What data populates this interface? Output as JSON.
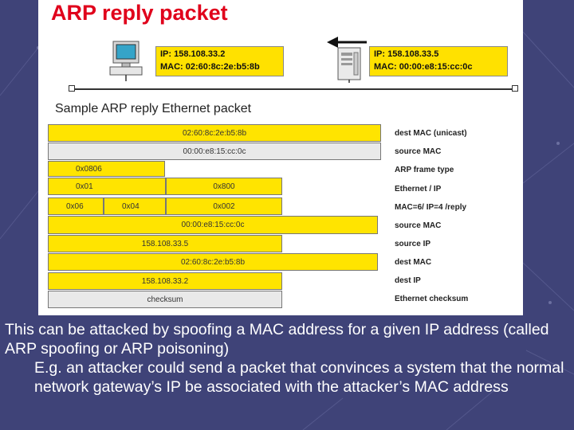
{
  "title": "ARP reply packet",
  "hosts": {
    "left": {
      "ip": "IP: 158.108.33.2",
      "mac": "MAC: 02:60:8c:2e:b5:8b"
    },
    "right": {
      "ip": "IP: 158.108.33.5",
      "mac": "MAC: 00:00:e8:15:cc:0c"
    }
  },
  "packet": {
    "subtitle": "Sample ARP reply Ethernet packet",
    "fields": {
      "dest_mac": "02:60:8c:2e:b5:8b",
      "source_mac": "00:00:e8:15:cc:0c",
      "frame_type": "0x0806",
      "hw_type": "0x01",
      "proto_type": "0x800",
      "hw_len": "0x06",
      "proto_len": "0x04",
      "opcode": "0x002",
      "sender_mac": "00:00:e8:15:cc:0c",
      "sender_ip": "158.108.33.5",
      "target_mac": "02:60:8c:2e:b5:8b",
      "target_ip": "158.108.33.2",
      "checksum": "checksum"
    },
    "labels": [
      "dest MAC (unicast)",
      "source MAC",
      "ARP frame type",
      "Ethernet / IP",
      "MAC=6/ IP=4 /reply",
      "source MAC",
      "source IP",
      "dest MAC",
      "dest IP",
      "Ethernet checksum"
    ]
  },
  "caption": {
    "line1": "This can be attacked by spoofing a MAC address for a given IP address (called ARP spoofing or ARP poisoning)",
    "line2": "E.g. an attacker could send a packet that convinces a system that the normal network gateway’s IP be associated with the attacker’s MAC address"
  },
  "colors": {
    "background": "#3f4378",
    "field_yellow": "#ffe400",
    "field_grey": "#e9e9e9",
    "title_red": "#e0001b"
  }
}
